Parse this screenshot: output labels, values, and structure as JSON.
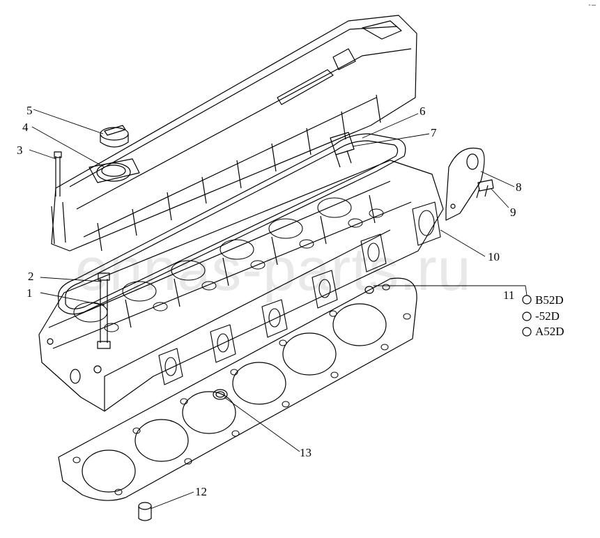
{
  "diagram": {
    "watermark": "ennas-parts.ru",
    "corner_mark": "-–",
    "callouts": [
      {
        "id": "c1",
        "label": "1"
      },
      {
        "id": "c2",
        "label": "2"
      },
      {
        "id": "c3",
        "label": "3"
      },
      {
        "id": "c4",
        "label": "4"
      },
      {
        "id": "c5",
        "label": "5"
      },
      {
        "id": "c6",
        "label": "6"
      },
      {
        "id": "c7",
        "label": "7"
      },
      {
        "id": "c8",
        "label": "8"
      },
      {
        "id": "c9",
        "label": "9"
      },
      {
        "id": "c10",
        "label": "10"
      },
      {
        "id": "c11",
        "label": "11"
      },
      {
        "id": "c12",
        "label": "12"
      },
      {
        "id": "c13",
        "label": "13"
      }
    ],
    "variants": [
      {
        "id": "v1",
        "label": "B52D"
      },
      {
        "id": "v2",
        "label": "-52D"
      },
      {
        "id": "v3",
        "label": "A52D"
      }
    ]
  }
}
